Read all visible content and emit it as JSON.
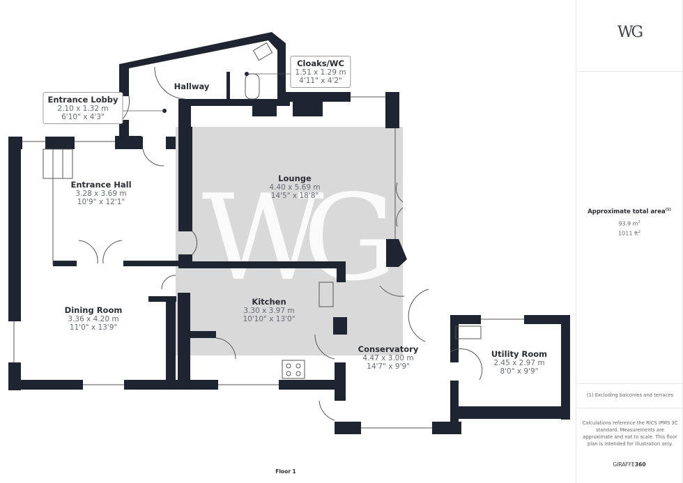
{
  "floor_plan": {
    "floor_label": "Floor 1",
    "watermark": "WG",
    "rooms": [
      {
        "name": "Entrance Lobby",
        "metric": "2.10 x 1.32 m",
        "imperial": "6'10\" x 4'3\""
      },
      {
        "name": "Hallway"
      },
      {
        "name": "Cloaks/WC",
        "metric": "1.51 x 1.29 m",
        "imperial": "4'11\" x 4'2\""
      },
      {
        "name": "Entrance Hall",
        "metric": "3.28 x 3.69 m",
        "imperial": "10'9\" x 12'1\""
      },
      {
        "name": "Lounge",
        "metric": "4.40 x 5.69 m",
        "imperial": "14'5\" x 18'8\""
      },
      {
        "name": "Dining Room",
        "metric": "3.36 x 4.20 m",
        "imperial": "11'0\" x 13'9\""
      },
      {
        "name": "Kitchen",
        "metric": "3.30 x 3.97 m",
        "imperial": "10'10\" x 13'0\""
      },
      {
        "name": "Conservatory",
        "metric": "4.47 x 3.00 m",
        "imperial": "14'7\" x 9'9\""
      },
      {
        "name": "Utility Room",
        "metric": "2.45 x 2.97 m",
        "imperial": "8'0\" x 9'9\""
      }
    ],
    "colors": {
      "wall": "#1e2530",
      "highlight": "#d9d9d9",
      "label": "#2b2d31",
      "dim": "#666a70"
    }
  },
  "side_panel": {
    "logo": "WG",
    "area_title": "Approximate total area",
    "area_footnote_mark": "(1)",
    "area_m2": "93.9 m",
    "area_ft2": "1011 ft",
    "footnote": "(1) Excluding balconies and terraces",
    "disclaimer": "Calculations reference the RICS IPMS 3C standard. Measurements are approximate and not to scale. This floor plan is intended for illustration only.",
    "brand_main": "GIRAFFE",
    "brand_num": "360"
  }
}
